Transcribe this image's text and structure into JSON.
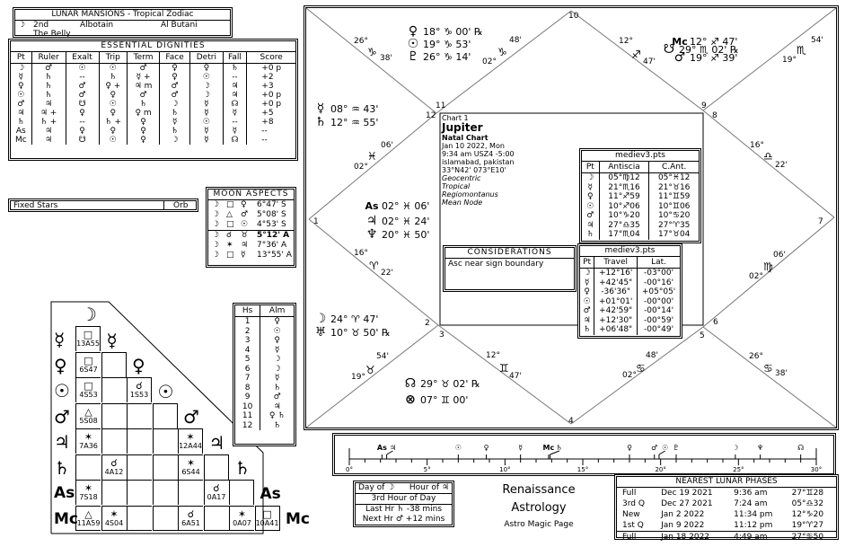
{
  "lunar_mansions": {
    "title": "LUNAR MANSIONS - Tropical Zodiac",
    "moon_glyph": "☽",
    "mansion": "2nd",
    "name1": "Albotain",
    "name2": "Al Butani",
    "meaning": "The Belly"
  },
  "essential_dignities": {
    "title": "ESSENTIAL DIGNITIES",
    "headers": [
      "Pt",
      "Ruler",
      "Exalt",
      "Trip",
      "Term",
      "Face",
      "Detri",
      "Fall",
      "Score"
    ],
    "rows": [
      [
        "☽",
        "♂",
        "☉",
        "☉",
        "♂",
        "♀",
        "♀",
        "♄",
        "+0 p"
      ],
      [
        "☿",
        "♄",
        "--",
        "♄",
        "☿ +",
        "♀",
        "☉",
        "--",
        "+2"
      ],
      [
        "♀",
        "♄",
        "♂",
        "♀ +",
        "♃ m",
        "♂",
        "☽",
        "♃",
        "+3"
      ],
      [
        "☉",
        "♄",
        "♂",
        "♀",
        "♂",
        "♂",
        "☽",
        "♃",
        "+0 p"
      ],
      [
        "♂",
        "♃",
        "☋",
        "☉",
        "♄",
        "☽",
        "☿",
        "☊",
        "+0 p"
      ],
      [
        "♃",
        "♃ +",
        "♀",
        "♀",
        "♀ m",
        "♄",
        "☿",
        "☿",
        "+5"
      ],
      [
        "♄",
        "♄ +",
        "--",
        "♄ +",
        "♀",
        "☿",
        "☉",
        "--",
        "+8"
      ],
      [
        "As",
        "♃",
        "♀",
        "♀",
        "♀",
        "♄",
        "☿",
        "☿",
        "--"
      ],
      [
        "Mc",
        "♃",
        "☋",
        "☉",
        "♀",
        "☽",
        "☿",
        "☊",
        "--"
      ]
    ]
  },
  "fixed_stars": {
    "label": "Fixed Stars",
    "orb_label": "Orb"
  },
  "moon_aspects": {
    "title": "MOON ASPECTS",
    "separating": [
      [
        "☽",
        "□",
        "♀",
        "6°47' S"
      ],
      [
        "☽",
        "△",
        "♂",
        "5°08' S"
      ],
      [
        "☽",
        "□",
        "☉",
        "4°53' S"
      ]
    ],
    "applying": [
      [
        "☽",
        "☌",
        "♉",
        "5°12' A"
      ],
      [
        "☽",
        "✶",
        "♃",
        "7°36' A"
      ],
      [
        "☽",
        "□",
        "☿",
        "13°55' A"
      ]
    ]
  },
  "aspect_grid": {
    "planets": [
      "☽",
      "☿",
      "♀",
      "☉",
      "♂",
      "♃",
      "♄",
      "As",
      "Mc"
    ],
    "cells": [
      {
        "r": 1,
        "c": 0,
        "asp": "□",
        "val": "13A55"
      },
      {
        "r": 2,
        "c": 0,
        "asp": "□",
        "val": "6S47"
      },
      {
        "r": 3,
        "c": 0,
        "asp": "□",
        "val": "4S53"
      },
      {
        "r": 3,
        "c": 2,
        "asp": "☌",
        "val": "1S53"
      },
      {
        "r": 4,
        "c": 0,
        "asp": "△",
        "val": "5S08"
      },
      {
        "r": 5,
        "c": 0,
        "asp": "✶",
        "val": "7A36"
      },
      {
        "r": 5,
        "c": 4,
        "asp": "✶",
        "val": "12A44"
      },
      {
        "r": 6,
        "c": 1,
        "asp": "☌",
        "val": "4A12"
      },
      {
        "r": 6,
        "c": 4,
        "asp": "✶",
        "val": "6S44"
      },
      {
        "r": 7,
        "c": 0,
        "asp": "✶",
        "val": "7S18"
      },
      {
        "r": 7,
        "c": 5,
        "asp": "☌",
        "val": "0A17"
      },
      {
        "r": 8,
        "c": 0,
        "asp": "△",
        "val": "11A59"
      },
      {
        "r": 8,
        "c": 1,
        "asp": "✶",
        "val": "4S04"
      },
      {
        "r": 8,
        "c": 4,
        "asp": "☌",
        "val": "6A51"
      },
      {
        "r": 8,
        "c": 6,
        "asp": "✶",
        "val": "0A07"
      },
      {
        "r": 8,
        "c": 7,
        "asp": "□",
        "val": "10A41"
      }
    ]
  },
  "almutens": {
    "headers": [
      "Hs",
      "Alm"
    ],
    "rows": [
      [
        "1",
        "♀"
      ],
      [
        "2",
        "☉"
      ],
      [
        "3",
        "♀"
      ],
      [
        "4",
        "☿"
      ],
      [
        "5",
        "☽"
      ],
      [
        "6",
        "☽"
      ],
      [
        "7",
        "☿"
      ],
      [
        "8",
        "♄"
      ],
      [
        "9",
        "♂"
      ],
      [
        "10",
        "♃"
      ],
      [
        "11",
        "♀ ♄"
      ],
      [
        "12",
        "♄"
      ]
    ]
  },
  "chart": {
    "chart_label": "Chart 1",
    "name": "Jupiter",
    "type": "Natal Chart",
    "date": "Jan 10 2022, Mon",
    "time": "9:34 am  USZ4 -5:00",
    "place": "islamabad, pakistan",
    "coords": "33°N42' 073°E10'",
    "options": [
      "Geocentric",
      "Tropical",
      "Regiomontanus",
      "Mean Node"
    ],
    "house_numbers": [
      "1",
      "2",
      "3",
      "4",
      "5",
      "6",
      "7",
      "8",
      "9",
      "10",
      "11",
      "12"
    ],
    "cusps": [
      {
        "deg": "26°",
        "sign": "♑",
        "min": "38'"
      },
      {
        "deg": "02°",
        "sign": "♑",
        "min": "48'"
      },
      {
        "deg": "12°",
        "sign": "♐",
        "min": "47'"
      },
      {
        "deg": "19°",
        "sign": "♏",
        "min": "54'"
      },
      {
        "deg": "16°",
        "sign": "♎",
        "min": "22'"
      },
      {
        "deg": "02°",
        "sign": "♍",
        "min": "06'"
      },
      {
        "deg": "26°",
        "sign": "♋",
        "min": "38'"
      },
      {
        "deg": "02°",
        "sign": "♋",
        "min": "48'"
      },
      {
        "deg": "12°",
        "sign": "♊",
        "min": "47'"
      },
      {
        "deg": "19°",
        "sign": "♉",
        "min": "54'"
      },
      {
        "deg": "16°",
        "sign": "♈",
        "min": "22'"
      },
      {
        "deg": "02°",
        "sign": "♓",
        "min": "06'"
      }
    ],
    "placements": {
      "top": [
        {
          "glyph": "♀",
          "text": "18° ♑ 00' ℞"
        },
        {
          "glyph": "☉",
          "text": "19° ♑ 53'"
        },
        {
          "glyph": "♇",
          "text": "26° ♑ 14'"
        }
      ],
      "upper_right": [
        {
          "glyph": "Mc",
          "text": "12° ♐ 47'"
        },
        {
          "glyph": "♂",
          "text": "19° ♐ 39'"
        }
      ],
      "node_top": [
        {
          "glyph": "☋",
          "text": "29° ♏ 02' ℞"
        }
      ],
      "upper_left": [
        {
          "glyph": "☿",
          "text": "08° ♒ 43'"
        },
        {
          "glyph": "♄",
          "text": "12° ♒ 55'"
        }
      ],
      "left": [
        {
          "glyph": "As",
          "text": "02° ♓ 06'"
        },
        {
          "glyph": "♃",
          "text": "02° ♓ 24'"
        },
        {
          "glyph": "♆",
          "text": "20° ♓ 50'"
        }
      ],
      "lower_left": [
        {
          "glyph": "☽",
          "text": "24° ♈ 47'"
        },
        {
          "glyph": "♅",
          "text": "10° ♉ 50' ℞"
        }
      ],
      "bottom": [
        {
          "glyph": "☊",
          "text": "29° ♉ 02' ℞"
        },
        {
          "glyph": "⊗",
          "text": "07° ♊ 00'"
        }
      ]
    }
  },
  "antiscia": {
    "title": "mediev3.pts",
    "headers": [
      "Pt",
      "Antiscia",
      "C.Ant."
    ],
    "rows": [
      [
        "☽",
        "05°♍12",
        "05°♓12"
      ],
      [
        "☿",
        "21°♏16",
        "21°♉16"
      ],
      [
        "♀",
        "11°♐59",
        "11°♊59"
      ],
      [
        "☉",
        "10°♐06",
        "10°♊06"
      ],
      [
        "♂",
        "10°♑20",
        "10°♋20"
      ],
      [
        "♃",
        "27°♎35",
        "27°♈35"
      ],
      [
        "♄",
        "17°♏04",
        "17°♉04"
      ]
    ]
  },
  "considerations": {
    "title": "CONSIDERATIONS",
    "text": "Asc near sign boundary"
  },
  "travel": {
    "title": "mediev3.pts",
    "headers": [
      "Pt",
      "Travel",
      "Lat."
    ],
    "rows": [
      [
        "☽",
        "+12°16'",
        "-03°00'"
      ],
      [
        "☿",
        "+42'45\"",
        "-00°16'"
      ],
      [
        "♀",
        "-36'36\"",
        "+05°05'"
      ],
      [
        "☉",
        "+01°01'",
        "-00°00'"
      ],
      [
        "♂",
        "+42'59\"",
        "-00°14'"
      ],
      [
        "♃",
        "+12'30\"",
        "-00°59'"
      ],
      [
        "♄",
        "+06'48\"",
        "-00°49'"
      ]
    ]
  },
  "dial": {
    "tick_labels": [
      "0°",
      "5°",
      "10°",
      "15°",
      "20°",
      "25°",
      "30°"
    ],
    "marks": [
      {
        "glyph": "As",
        "deg": 2.1
      },
      {
        "glyph": "♃",
        "deg": 2.4
      },
      {
        "glyph": "☉",
        "deg": 7.0
      },
      {
        "glyph": "♀",
        "deg": 8.8
      },
      {
        "glyph": "☿",
        "deg": 11.0
      },
      {
        "glyph": "Mc",
        "deg": 12.8
      },
      {
        "glyph": "♄",
        "deg": 12.9
      },
      {
        "glyph": "♀",
        "deg": 18.0
      },
      {
        "glyph": "♂",
        "deg": 19.6
      },
      {
        "glyph": "☉",
        "deg": 19.9
      },
      {
        "glyph": "♇",
        "deg": 21.0
      },
      {
        "glyph": "☽",
        "deg": 24.8
      },
      {
        "glyph": "♆",
        "deg": 26.4
      },
      {
        "glyph": "☊",
        "deg": 29.0
      }
    ]
  },
  "planetary_hours": {
    "day_of": "Day of ☽",
    "hour_of": "Hour of ♃",
    "current": "3rd Hour of Day",
    "last": "Last Hr ♄ -38 mins",
    "next": "Next Hr ♂ +12 mins"
  },
  "branding": {
    "line1": "Renaissance",
    "line2": "Astrology",
    "line3": "Astro Magic Page"
  },
  "lunar_phases": {
    "title": "NEAREST LUNAR PHASES",
    "rows": [
      [
        "Full",
        "Dec 19 2021",
        "9:36 am",
        "27°♊28"
      ],
      [
        "3rd Q",
        "Dec 27 2021",
        "7:24 am",
        "05°♎32"
      ],
      [
        "New",
        "Jan 2 2022",
        "11:34 pm",
        "12°♑20"
      ],
      [
        "1st Q",
        "Jan 9 2022",
        "11:12 pm",
        "19°♈27"
      ],
      [
        "Full",
        "Jan 18 2022",
        "4:49 am",
        "27°♋50"
      ]
    ]
  }
}
